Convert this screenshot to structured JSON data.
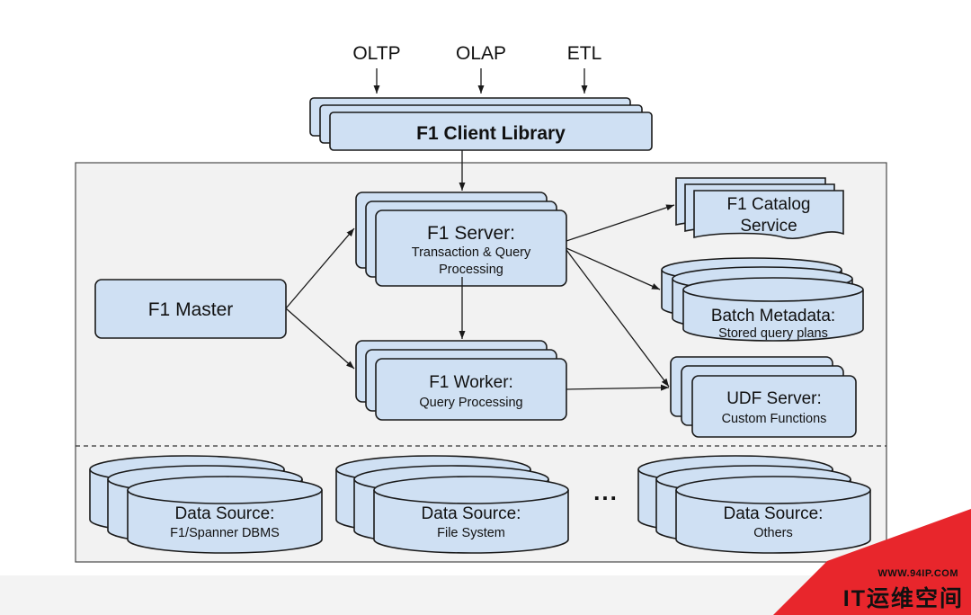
{
  "inputs": [
    "OLTP",
    "OLAP",
    "ETL"
  ],
  "client_library": "F1 Client Library",
  "master": "F1 Master",
  "server": {
    "title": "F1 Server:",
    "line1": "Transaction & Query",
    "line2": "Processing"
  },
  "worker": {
    "title": "F1 Worker:",
    "subtitle": "Query Processing"
  },
  "catalog": {
    "line1": "F1 Catalog",
    "line2": "Service"
  },
  "batch": {
    "title": "Batch Metadata:",
    "subtitle": "Stored query plans"
  },
  "udf": {
    "title": "UDF Server:",
    "subtitle": "Custom Functions"
  },
  "data_sources": [
    {
      "title": "Data Source:",
      "subtitle": "F1/Spanner DBMS"
    },
    {
      "title": "Data Source:",
      "subtitle": "File System"
    },
    {
      "title": "Data Source:",
      "subtitle": "Others"
    }
  ],
  "ellipsis": "...",
  "watermark": {
    "url": "WWW.94IP.COM",
    "brand": "IT运维空间"
  },
  "colors": {
    "box_fill": "#cfe0f3",
    "frame_fill": "#f2f2f2",
    "watermark": "#e8262c"
  }
}
